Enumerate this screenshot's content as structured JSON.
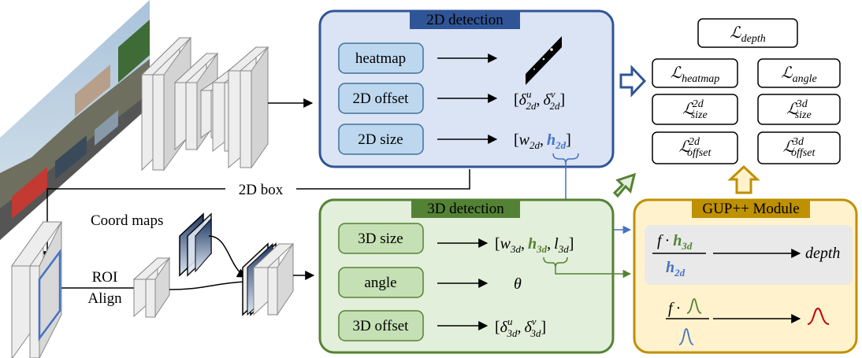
{
  "colors": {
    "blue_panel_fill": "#dbe4f4",
    "blue_panel_stroke": "#2f5597",
    "blue_btn_fill": "#bdd7ee",
    "blue_btn_stroke": "#41719c",
    "green_panel_fill": "#e2efda",
    "green_panel_stroke": "#548235",
    "green_btn_fill": "#c5e0b4",
    "green_btn_stroke": "#548235",
    "gold_panel_fill": "#fff2cc",
    "gold_panel_stroke": "#bf9000",
    "h2d_blue": "#4472c4",
    "h3d_green": "#548235",
    "depth_red": "#c00000"
  },
  "panels": {
    "detection_2d": {
      "title": "2D detection",
      "heads": [
        "heatmap",
        "2D offset",
        "2D size"
      ],
      "offset_output": "[δ",
      "size_output": "[w"
    },
    "detection_3d": {
      "title": "3D detection",
      "heads": [
        "3D size",
        "angle",
        "3D offset"
      ],
      "angle_output": "θ"
    },
    "gup_module": {
      "title": "GUP++ Module",
      "depth_output": "depth",
      "f_symbol": "f",
      "dot": "·"
    }
  },
  "labels": {
    "box_2d": "2D box",
    "coord_maps": "Coord maps",
    "roi": "ROI",
    "align": "Align"
  },
  "losses": {
    "script": "ℒ",
    "depth": "depth",
    "heatmap": "heatmap",
    "angle": "angle",
    "size": "size",
    "offset": "offset",
    "sup_2d": "2d",
    "sup_3d": "3d"
  },
  "math": {
    "sub_2d": "2d",
    "sub_3d": "3d",
    "sup_u": "u",
    "sup_v": "v",
    "w": "w",
    "h": "h",
    "l": "l",
    "delta": "δ",
    "comma": ",",
    "open": "[",
    "close": "]"
  }
}
